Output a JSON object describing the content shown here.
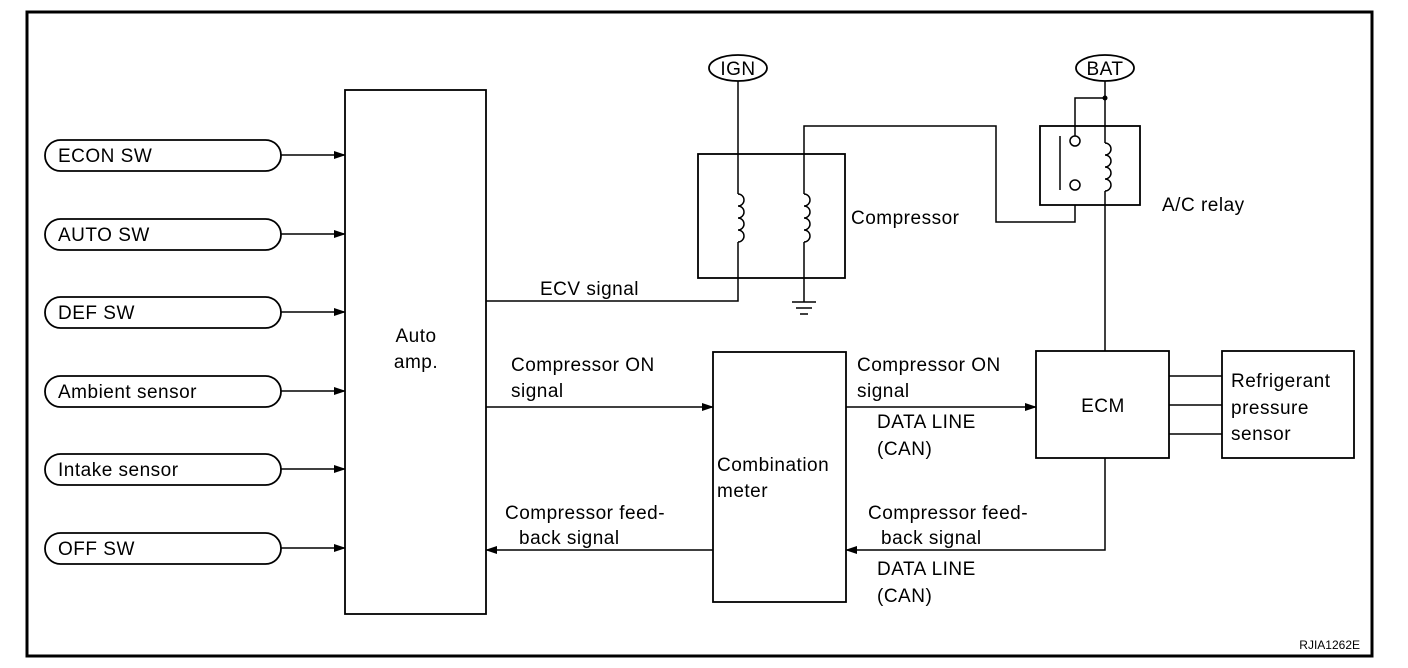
{
  "inputs": [
    {
      "id": "econ-sw",
      "label": "ECON SW"
    },
    {
      "id": "auto-sw",
      "label": "AUTO SW"
    },
    {
      "id": "def-sw",
      "label": "DEF SW"
    },
    {
      "id": "ambient-sensor",
      "label": "Ambient sensor"
    },
    {
      "id": "intake-sensor",
      "label": "Intake sensor"
    },
    {
      "id": "off-sw",
      "label": "OFF SW"
    }
  ],
  "auto_amp": {
    "line1": "Auto",
    "line2": "amp."
  },
  "combination_meter": {
    "line1": "Combination",
    "line2": "meter"
  },
  "ecm": {
    "label": "ECM"
  },
  "refrigerant_sensor": {
    "line1": "Refrigerant",
    "line2": "pressure",
    "line3": "sensor"
  },
  "compressor": {
    "label": "Compressor"
  },
  "ac_relay": {
    "label": "A/C relay"
  },
  "terminals": {
    "ign": "IGN",
    "bat": "BAT"
  },
  "signals": {
    "ecv": "ECV signal",
    "comp_on_left_1": "Compressor ON",
    "comp_on_left_2": "signal",
    "comp_on_right_1": "Compressor ON",
    "comp_on_right_2": "signal",
    "data_line_top_1": "DATA LINE",
    "data_line_top_2": "(CAN)",
    "feedback_left_1": "Compressor feed-",
    "feedback_left_2": "back signal",
    "feedback_right_1": "Compressor feed-",
    "feedback_right_2": "back signal",
    "data_line_bottom_1": "DATA LINE",
    "data_line_bottom_2": "(CAN)"
  },
  "ref_code": "RJIA1262E"
}
